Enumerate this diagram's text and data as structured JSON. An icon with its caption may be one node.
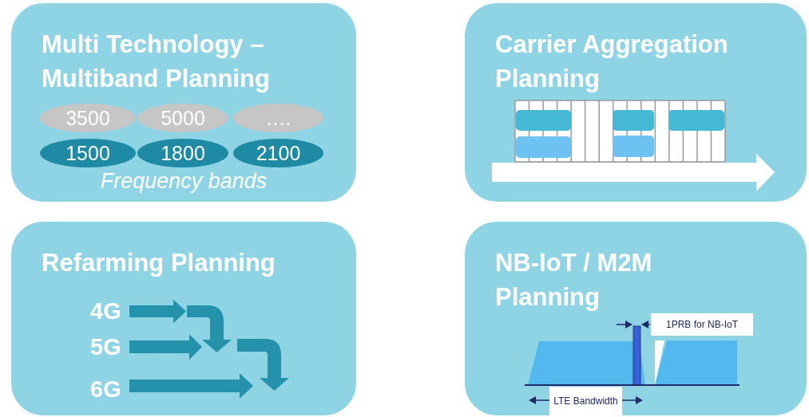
{
  "diagram": {
    "nodes": [
      {
        "text": [
          "Multi Technology – Multiband Planning",
          "Frequency bands"
        ]
      },
      {
        "text": [
          "Carrier Aggregation Planning"
        ]
      },
      {
        "text": [
          "Refarming Planning"
        ]
      },
      {
        "text": [
          "NB-IoT / M2M Planning"
        ]
      },
      {
        "text": [
          "3500"
        ],
        "in": 0
      },
      {
        "text": [
          "5000"
        ],
        "in": 0
      },
      {
        "text": [
          "…."
        ],
        "in": 0
      },
      {
        "text": [
          "1500"
        ],
        "in": 0
      },
      {
        "text": [
          "1800"
        ],
        "in": 0
      },
      {
        "text": [
          "2100"
        ],
        "in": 0
      },
      {
        "text": [
          "1PRB for NB-IoT"
        ],
        "in": 3
      },
      {
        "text": [
          "LTE Bandwidth"
        ],
        "in": 3
      }
    ],
    "edges": [],
    "labels": [
      "4G",
      "5G",
      "6G"
    ]
  }
}
